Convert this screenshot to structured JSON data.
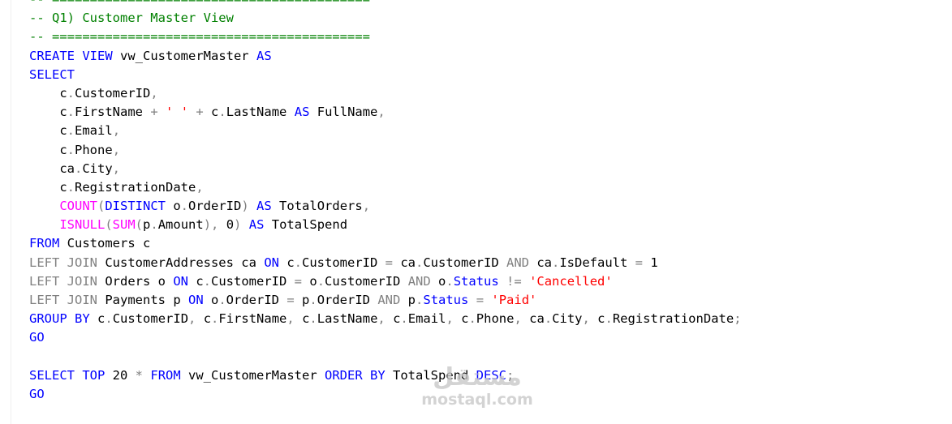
{
  "code_lines": [
    [
      {
        "t": "cm",
        "v": "-- =========================================="
      }
    ],
    [
      {
        "t": "cm",
        "v": "-- Q1) Customer Master View"
      }
    ],
    [
      {
        "t": "cm",
        "v": "-- =========================================="
      }
    ],
    [
      {
        "t": "kw",
        "v": "CREATE"
      },
      {
        "t": "id",
        "v": " "
      },
      {
        "t": "kw",
        "v": "VIEW"
      },
      {
        "t": "id",
        "v": " vw_CustomerMaster "
      },
      {
        "t": "kw",
        "v": "AS"
      }
    ],
    [
      {
        "t": "kw",
        "v": "SELECT"
      }
    ],
    [
      {
        "t": "id",
        "v": "    c"
      },
      {
        "t": "op",
        "v": "."
      },
      {
        "t": "id",
        "v": "CustomerID"
      },
      {
        "t": "op",
        "v": ","
      }
    ],
    [
      {
        "t": "id",
        "v": "    c"
      },
      {
        "t": "op",
        "v": "."
      },
      {
        "t": "id",
        "v": "FirstName "
      },
      {
        "t": "op",
        "v": "+"
      },
      {
        "t": "id",
        "v": " "
      },
      {
        "t": "str",
        "v": "' '"
      },
      {
        "t": "id",
        "v": " "
      },
      {
        "t": "op",
        "v": "+"
      },
      {
        "t": "id",
        "v": " c"
      },
      {
        "t": "op",
        "v": "."
      },
      {
        "t": "id",
        "v": "LastName "
      },
      {
        "t": "kw",
        "v": "AS"
      },
      {
        "t": "id",
        "v": " FullName"
      },
      {
        "t": "op",
        "v": ","
      }
    ],
    [
      {
        "t": "id",
        "v": "    c"
      },
      {
        "t": "op",
        "v": "."
      },
      {
        "t": "id",
        "v": "Email"
      },
      {
        "t": "op",
        "v": ","
      }
    ],
    [
      {
        "t": "id",
        "v": "    c"
      },
      {
        "t": "op",
        "v": "."
      },
      {
        "t": "id",
        "v": "Phone"
      },
      {
        "t": "op",
        "v": ","
      }
    ],
    [
      {
        "t": "id",
        "v": "    ca"
      },
      {
        "t": "op",
        "v": "."
      },
      {
        "t": "id",
        "v": "City"
      },
      {
        "t": "op",
        "v": ","
      }
    ],
    [
      {
        "t": "id",
        "v": "    c"
      },
      {
        "t": "op",
        "v": "."
      },
      {
        "t": "id",
        "v": "RegistrationDate"
      },
      {
        "t": "op",
        "v": ","
      }
    ],
    [
      {
        "t": "id",
        "v": "    "
      },
      {
        "t": "fn",
        "v": "COUNT"
      },
      {
        "t": "op",
        "v": "("
      },
      {
        "t": "kw",
        "v": "DISTINCT"
      },
      {
        "t": "id",
        "v": " o"
      },
      {
        "t": "op",
        "v": "."
      },
      {
        "t": "id",
        "v": "OrderID"
      },
      {
        "t": "op",
        "v": ")"
      },
      {
        "t": "id",
        "v": " "
      },
      {
        "t": "kw",
        "v": "AS"
      },
      {
        "t": "id",
        "v": " TotalOrders"
      },
      {
        "t": "op",
        "v": ","
      }
    ],
    [
      {
        "t": "id",
        "v": "    "
      },
      {
        "t": "fn",
        "v": "ISNULL"
      },
      {
        "t": "op",
        "v": "("
      },
      {
        "t": "fn",
        "v": "SUM"
      },
      {
        "t": "op",
        "v": "("
      },
      {
        "t": "id",
        "v": "p"
      },
      {
        "t": "op",
        "v": "."
      },
      {
        "t": "id",
        "v": "Amount"
      },
      {
        "t": "op",
        "v": "),"
      },
      {
        "t": "id",
        "v": " 0"
      },
      {
        "t": "op",
        "v": ")"
      },
      {
        "t": "id",
        "v": " "
      },
      {
        "t": "kw",
        "v": "AS"
      },
      {
        "t": "id",
        "v": " TotalSpend"
      }
    ],
    [
      {
        "t": "kw",
        "v": "FROM"
      },
      {
        "t": "id",
        "v": " Customers c"
      }
    ],
    [
      {
        "t": "op",
        "v": "LEFT"
      },
      {
        "t": "id",
        "v": " "
      },
      {
        "t": "op",
        "v": "JOIN"
      },
      {
        "t": "id",
        "v": " CustomerAddresses ca "
      },
      {
        "t": "kw",
        "v": "ON"
      },
      {
        "t": "id",
        "v": " c"
      },
      {
        "t": "op",
        "v": "."
      },
      {
        "t": "id",
        "v": "CustomerID "
      },
      {
        "t": "op",
        "v": "="
      },
      {
        "t": "id",
        "v": " ca"
      },
      {
        "t": "op",
        "v": "."
      },
      {
        "t": "id",
        "v": "CustomerID "
      },
      {
        "t": "op",
        "v": "AND"
      },
      {
        "t": "id",
        "v": " ca"
      },
      {
        "t": "op",
        "v": "."
      },
      {
        "t": "id",
        "v": "IsDefault "
      },
      {
        "t": "op",
        "v": "="
      },
      {
        "t": "id",
        "v": " 1"
      }
    ],
    [
      {
        "t": "op",
        "v": "LEFT"
      },
      {
        "t": "id",
        "v": " "
      },
      {
        "t": "op",
        "v": "JOIN"
      },
      {
        "t": "id",
        "v": " Orders o "
      },
      {
        "t": "kw",
        "v": "ON"
      },
      {
        "t": "id",
        "v": " c"
      },
      {
        "t": "op",
        "v": "."
      },
      {
        "t": "id",
        "v": "CustomerID "
      },
      {
        "t": "op",
        "v": "="
      },
      {
        "t": "id",
        "v": " o"
      },
      {
        "t": "op",
        "v": "."
      },
      {
        "t": "id",
        "v": "CustomerID "
      },
      {
        "t": "op",
        "v": "AND"
      },
      {
        "t": "id",
        "v": " o"
      },
      {
        "t": "op",
        "v": "."
      },
      {
        "t": "kw",
        "v": "Status"
      },
      {
        "t": "id",
        "v": " "
      },
      {
        "t": "op",
        "v": "!="
      },
      {
        "t": "id",
        "v": " "
      },
      {
        "t": "str",
        "v": "'Cancelled'"
      }
    ],
    [
      {
        "t": "op",
        "v": "LEFT"
      },
      {
        "t": "id",
        "v": " "
      },
      {
        "t": "op",
        "v": "JOIN"
      },
      {
        "t": "id",
        "v": " Payments p "
      },
      {
        "t": "kw",
        "v": "ON"
      },
      {
        "t": "id",
        "v": " o"
      },
      {
        "t": "op",
        "v": "."
      },
      {
        "t": "id",
        "v": "OrderID "
      },
      {
        "t": "op",
        "v": "="
      },
      {
        "t": "id",
        "v": " p"
      },
      {
        "t": "op",
        "v": "."
      },
      {
        "t": "id",
        "v": "OrderID "
      },
      {
        "t": "op",
        "v": "AND"
      },
      {
        "t": "id",
        "v": " p"
      },
      {
        "t": "op",
        "v": "."
      },
      {
        "t": "kw",
        "v": "Status"
      },
      {
        "t": "id",
        "v": " "
      },
      {
        "t": "op",
        "v": "="
      },
      {
        "t": "id",
        "v": " "
      },
      {
        "t": "str",
        "v": "'Paid'"
      }
    ],
    [
      {
        "t": "kw",
        "v": "GROUP"
      },
      {
        "t": "id",
        "v": " "
      },
      {
        "t": "kw",
        "v": "BY"
      },
      {
        "t": "id",
        "v": " c"
      },
      {
        "t": "op",
        "v": "."
      },
      {
        "t": "id",
        "v": "CustomerID"
      },
      {
        "t": "op",
        "v": ","
      },
      {
        "t": "id",
        "v": " c"
      },
      {
        "t": "op",
        "v": "."
      },
      {
        "t": "id",
        "v": "FirstName"
      },
      {
        "t": "op",
        "v": ","
      },
      {
        "t": "id",
        "v": " c"
      },
      {
        "t": "op",
        "v": "."
      },
      {
        "t": "id",
        "v": "LastName"
      },
      {
        "t": "op",
        "v": ","
      },
      {
        "t": "id",
        "v": " c"
      },
      {
        "t": "op",
        "v": "."
      },
      {
        "t": "id",
        "v": "Email"
      },
      {
        "t": "op",
        "v": ","
      },
      {
        "t": "id",
        "v": " c"
      },
      {
        "t": "op",
        "v": "."
      },
      {
        "t": "id",
        "v": "Phone"
      },
      {
        "t": "op",
        "v": ","
      },
      {
        "t": "id",
        "v": " ca"
      },
      {
        "t": "op",
        "v": "."
      },
      {
        "t": "id",
        "v": "City"
      },
      {
        "t": "op",
        "v": ","
      },
      {
        "t": "id",
        "v": " c"
      },
      {
        "t": "op",
        "v": "."
      },
      {
        "t": "id",
        "v": "RegistrationDate"
      },
      {
        "t": "op",
        "v": ";"
      }
    ],
    [
      {
        "t": "kw",
        "v": "GO"
      }
    ],
    [],
    [
      {
        "t": "kw",
        "v": "SELECT"
      },
      {
        "t": "id",
        "v": " "
      },
      {
        "t": "kw",
        "v": "TOP"
      },
      {
        "t": "id",
        "v": " 20 "
      },
      {
        "t": "op",
        "v": "*"
      },
      {
        "t": "id",
        "v": " "
      },
      {
        "t": "kw",
        "v": "FROM"
      },
      {
        "t": "id",
        "v": " vw_CustomerMaster "
      },
      {
        "t": "kw",
        "v": "ORDER"
      },
      {
        "t": "id",
        "v": " "
      },
      {
        "t": "kw",
        "v": "BY"
      },
      {
        "t": "id",
        "v": " TotalSpend "
      },
      {
        "t": "kw",
        "v": "DESC"
      },
      {
        "t": "op",
        "v": ";"
      }
    ],
    [
      {
        "t": "kw",
        "v": "GO"
      }
    ]
  ],
  "syntax_colors": {
    "keyword": "#0000ff",
    "function": "#ff00ff",
    "string": "#ff0000",
    "comment": "#008000",
    "operator": "#808080",
    "identifier": "#000000"
  },
  "watermark": {
    "arabic": "مستقل",
    "latin": "mostaql.com"
  }
}
